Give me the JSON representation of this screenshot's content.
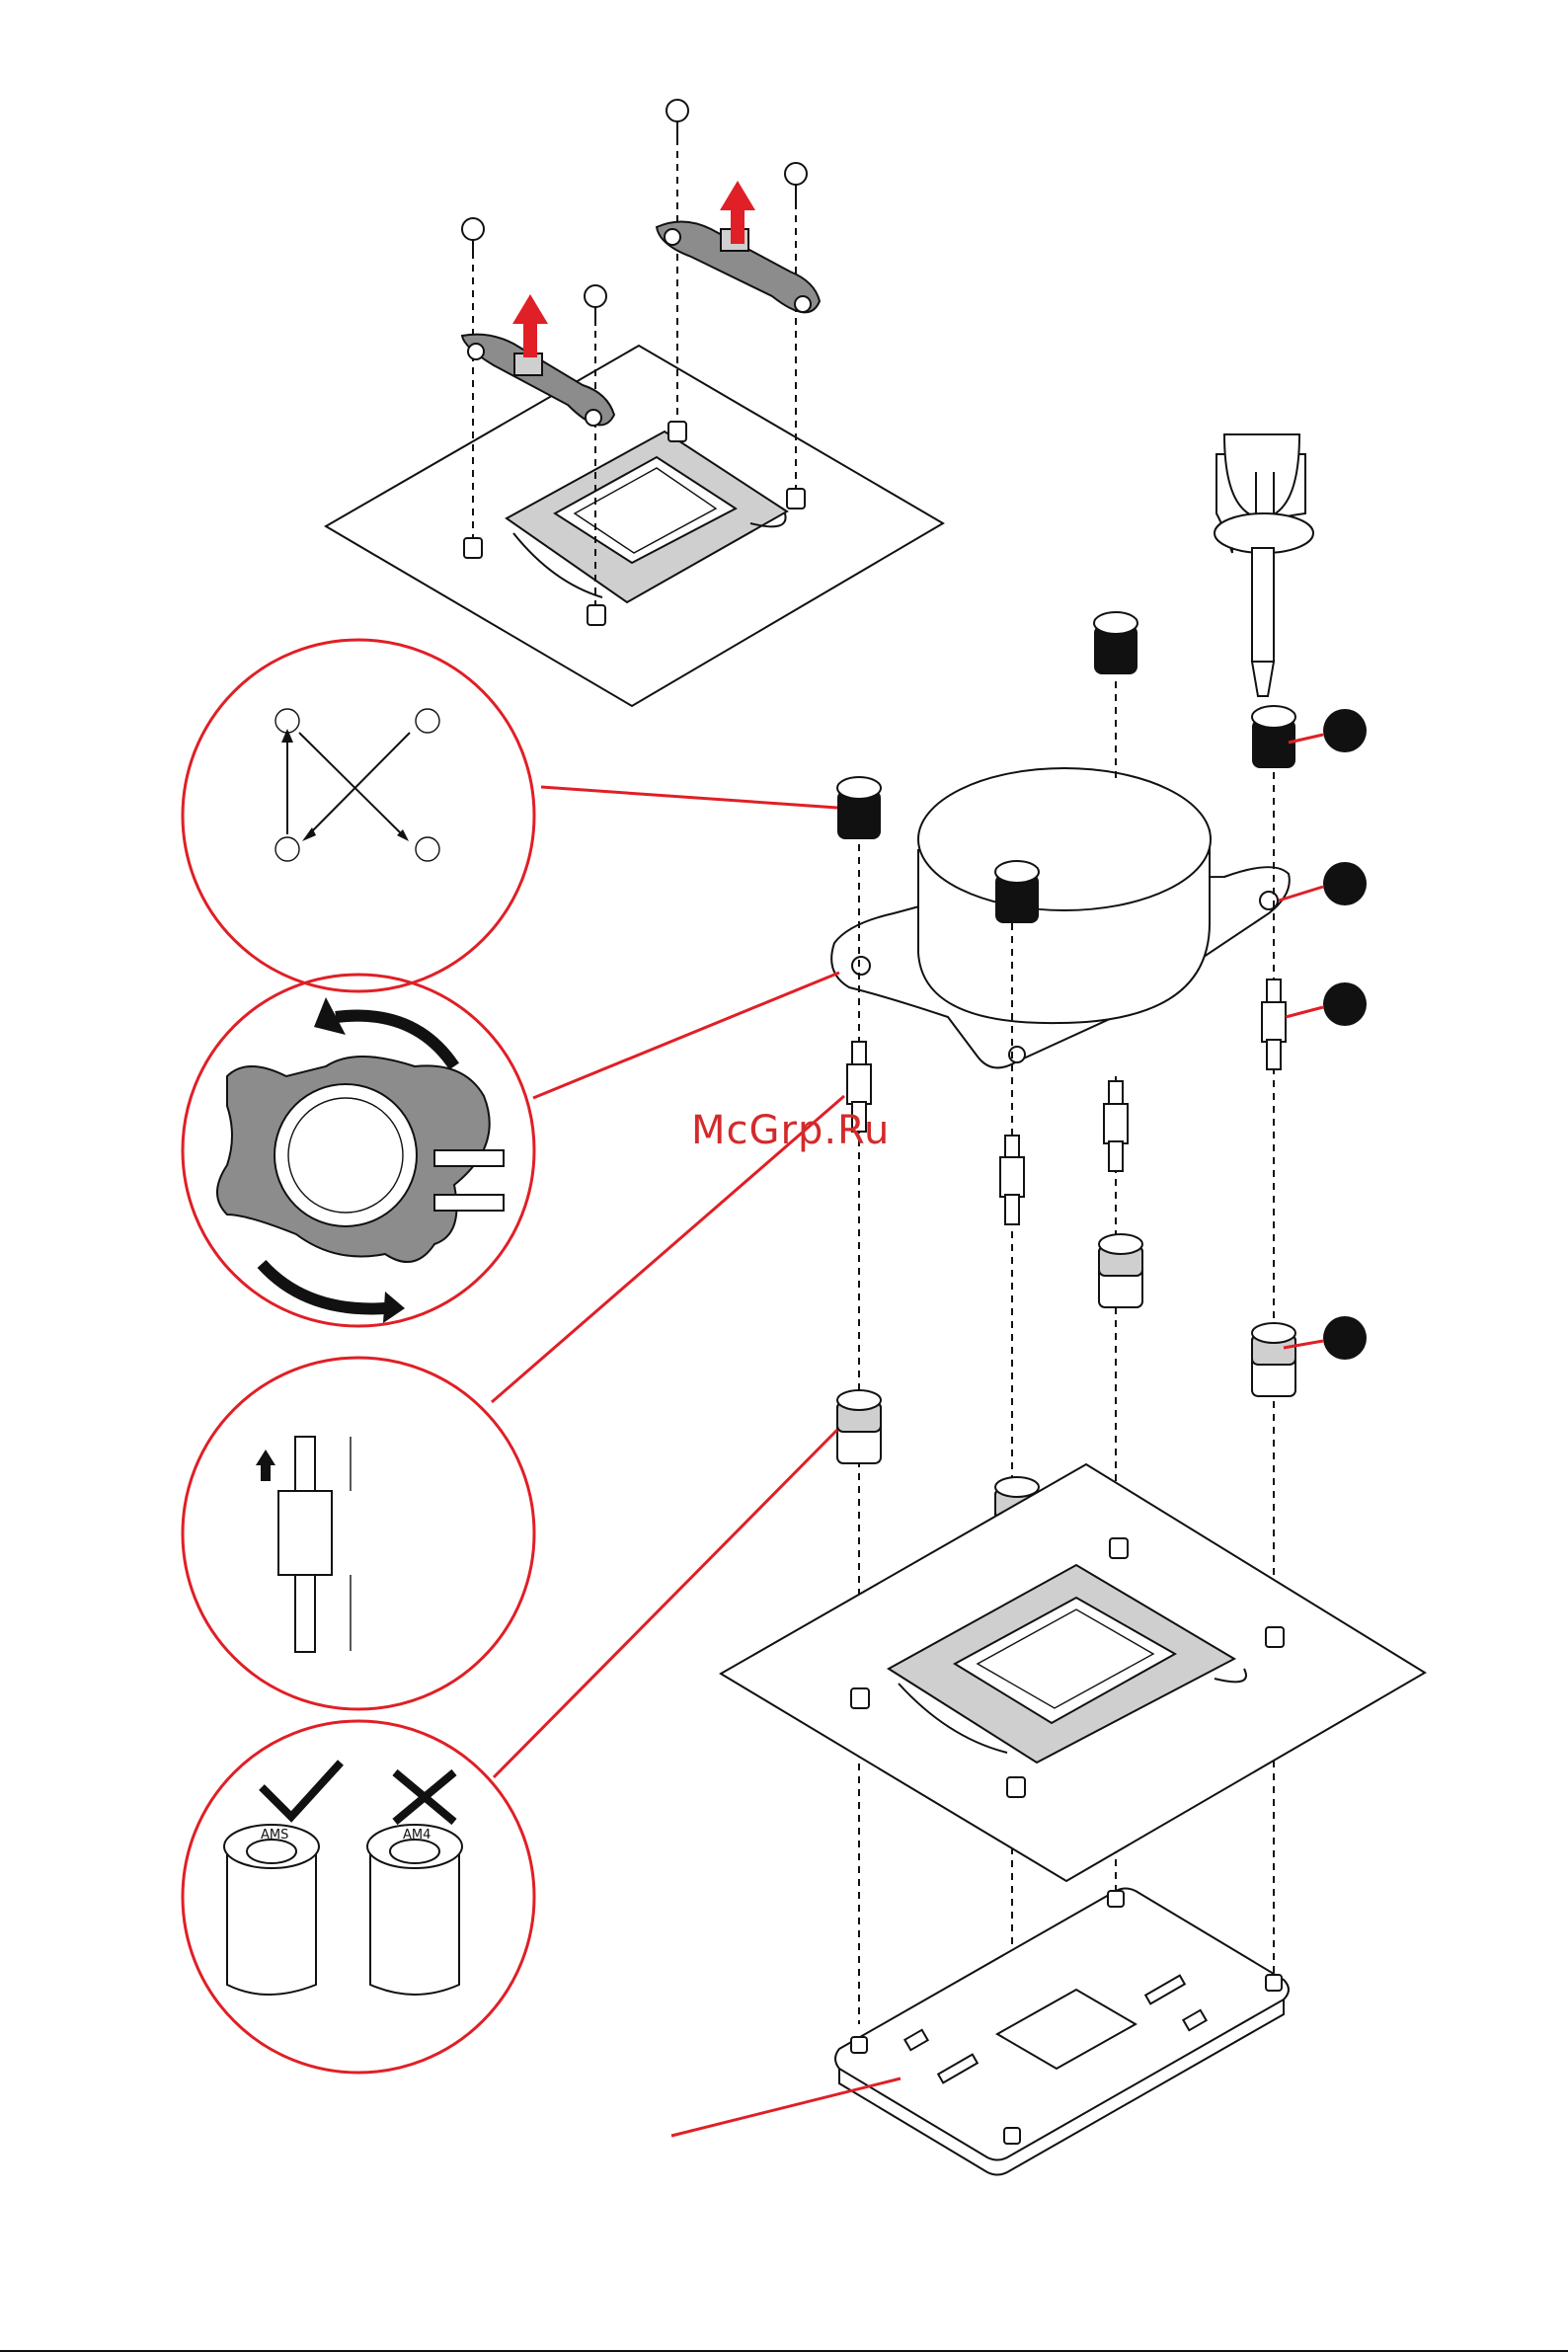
{
  "watermark": {
    "text": "McGrp.Ru"
  },
  "knob_text": {
    "good_knob": "AMS",
    "bad_knob": "AM4"
  },
  "colors": {
    "accent": "#e01f26",
    "part_gray": "#8c8c8c",
    "line": "#111111"
  }
}
